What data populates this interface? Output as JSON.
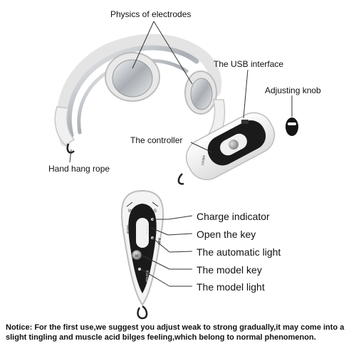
{
  "top_labels": {
    "electrodes": "Physics of electrodes",
    "usb": "The USB interface",
    "knob": "Adjusting knob",
    "controller": "The controller",
    "rope": "Hand hang rope"
  },
  "device_text": {
    "brand": "Uniqle",
    "auto": "Auto",
    "power": "Power",
    "on_off": "on/off",
    "manual": "Manual",
    "m": "M",
    "w": "W",
    "s": "S"
  },
  "controller_labels": {
    "charge": "Charge indicator",
    "open_key": "Open the key",
    "auto_light": "The automatic light",
    "model_key": "The model key",
    "model_light": "The model light"
  },
  "notice": "Notice: For the first use,we suggest you adjust weak to strong gradually,it may come into a slight tingling and muscle acid bilges feeling,which belong to normal phenomenon.",
  "colors": {
    "device_white": "#f2f2f2",
    "device_dark": "#1a1a1a",
    "metal": "#bfc3c8",
    "leader": "#333333"
  }
}
